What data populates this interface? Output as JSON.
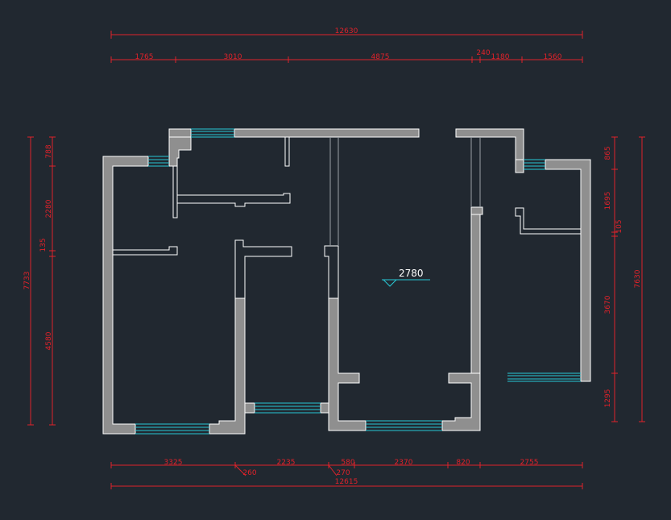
{
  "dimensions": {
    "top_total": "12630",
    "top_segments": [
      "1765",
      "3010",
      "4875",
      "240",
      "1180",
      "1560"
    ],
    "bottom_segments": [
      "3325",
      "2235",
      "580",
      "2370",
      "820",
      "2755"
    ],
    "bottom_small": [
      "260",
      "270"
    ],
    "bottom_total": "12615",
    "left_total": "7733",
    "left_segments": [
      "788",
      "2280",
      "135",
      "4580"
    ],
    "right_total": "7630",
    "right_segments": [
      "865",
      "1695",
      "105",
      "3670",
      "1295"
    ]
  },
  "elevation_label": "2780",
  "colors": {
    "background": "#212830",
    "dimension": "#e0222a",
    "wall": "#8f8f8f",
    "window": "#28c9d6",
    "line": "#ffffff"
  }
}
